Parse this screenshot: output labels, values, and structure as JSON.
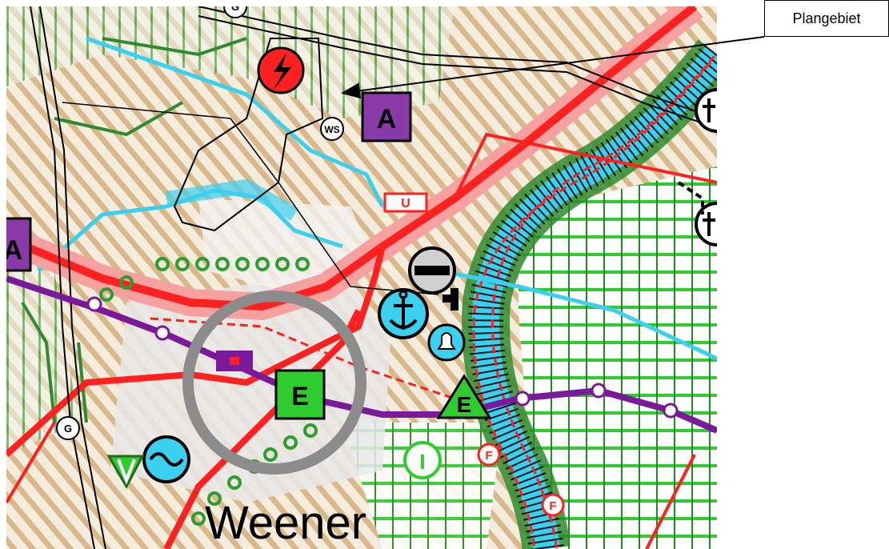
{
  "callout": {
    "label": "Plangebiet"
  },
  "map": {
    "town_name": "Weener",
    "symbols": {
      "box_a_main": "A",
      "box_a_left": "A",
      "box_e_town": "E",
      "triangle_e": "E",
      "ws_marker": "WS",
      "u_marker": "U",
      "g_marker_top": "G",
      "g_marker_left": "G",
      "f_marker_1": "F",
      "f_marker_2": "F",
      "i_marker": "I",
      "power_icon": "lightning-circle-icon",
      "anchor_icon": "anchor-icon",
      "bell_icon": "bell-icon",
      "minus_icon": "no-entry-circle-icon",
      "wave_icon": "wave-circle-icon",
      "church_icon": "church-cross-icon",
      "v_icon": "v-marker-icon"
    },
    "colors": {
      "background": "#f4ecdc",
      "hatch": "#d9b98c",
      "forest_green": "#2e8b2e",
      "bright_green": "#2ecc2e",
      "road_red": "#ff2020",
      "road_halo": "#f7a0a0",
      "water_blue": "#3ad0f0",
      "rail_purple": "#7a1a9a",
      "box_purple": "#8a3aa8",
      "circle_grey": "#8c8c8c"
    }
  }
}
